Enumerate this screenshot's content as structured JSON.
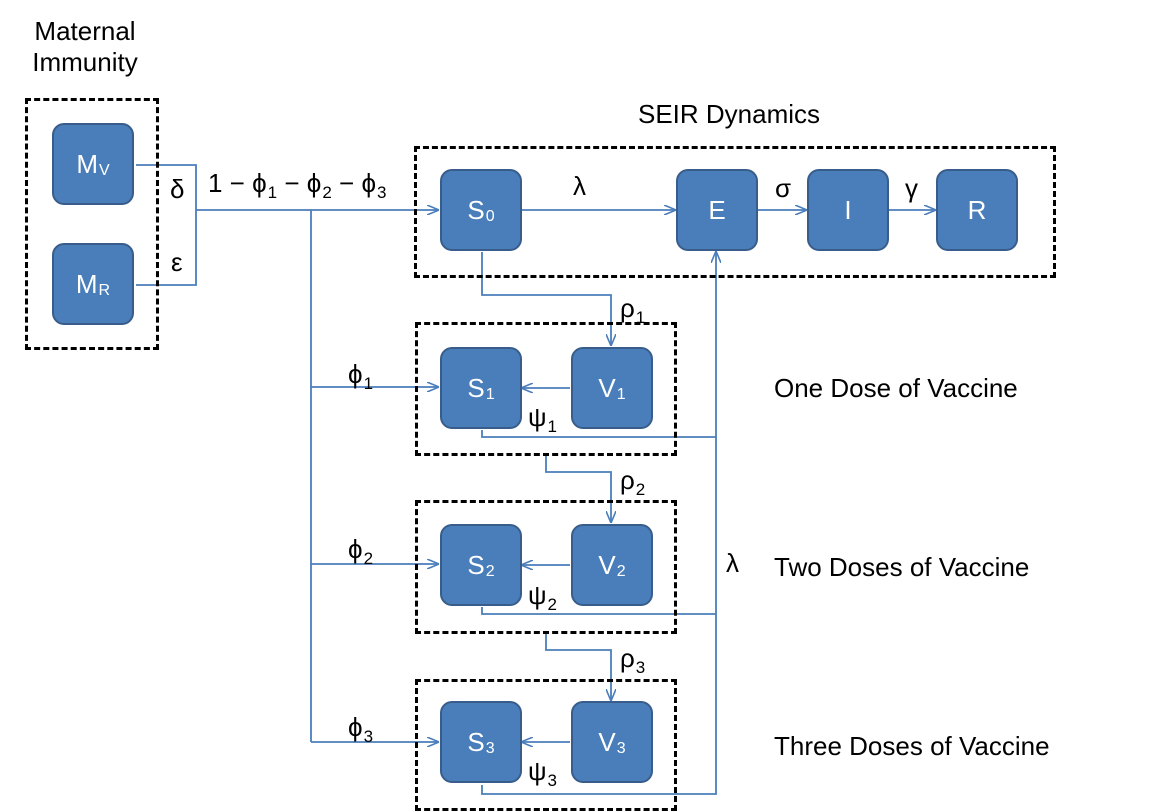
{
  "titles": {
    "maternal": "Maternal Immunity",
    "seir": "SEIR Dynamics",
    "one_dose": "One Dose of Vaccine",
    "two_doses": "Two Doses of Vaccine",
    "three_doses": "Three Doses of Vaccine"
  },
  "nodes": {
    "MV": {
      "main": "M",
      "sub": "V"
    },
    "MR": {
      "main": "M",
      "sub": "R"
    },
    "S0": {
      "main": "S",
      "sub": "0"
    },
    "E": {
      "main": "E",
      "sub": ""
    },
    "I": {
      "main": "I",
      "sub": ""
    },
    "R": {
      "main": "R",
      "sub": ""
    },
    "S1": {
      "main": "S",
      "sub": "1"
    },
    "V1": {
      "main": "V",
      "sub": "1"
    },
    "S2": {
      "main": "S",
      "sub": "2"
    },
    "V2": {
      "main": "V",
      "sub": "2"
    },
    "S3": {
      "main": "S",
      "sub": "3"
    },
    "V3": {
      "main": "V",
      "sub": "3"
    }
  },
  "rates": {
    "delta": "δ",
    "epsilon": "ε",
    "split": {
      "p1": "1 − ϕ",
      "s1": "1",
      "p2": "− ϕ",
      "s2": "2",
      "p3": "− ϕ",
      "s3": "3"
    },
    "lambda_top": "λ",
    "sigma": "σ",
    "gamma": "γ",
    "rho1": {
      "main": "ρ",
      "sub": "1"
    },
    "rho2": {
      "main": "ρ",
      "sub": "2"
    },
    "rho3": {
      "main": "ρ",
      "sub": "3"
    },
    "phi1": {
      "main": "ϕ",
      "sub": "1"
    },
    "phi2": {
      "main": "ϕ",
      "sub": "2"
    },
    "phi3": {
      "main": "ϕ",
      "sub": "3"
    },
    "psi1": {
      "main": "ψ",
      "sub": "1"
    },
    "psi2": {
      "main": "ψ",
      "sub": "2"
    },
    "psi3": {
      "main": "ψ",
      "sub": "3"
    },
    "lambda_side": "λ"
  },
  "colors": {
    "node_fill": "#4a7ebb",
    "node_border": "#385d8a",
    "arrow": "#4a7ebb"
  }
}
